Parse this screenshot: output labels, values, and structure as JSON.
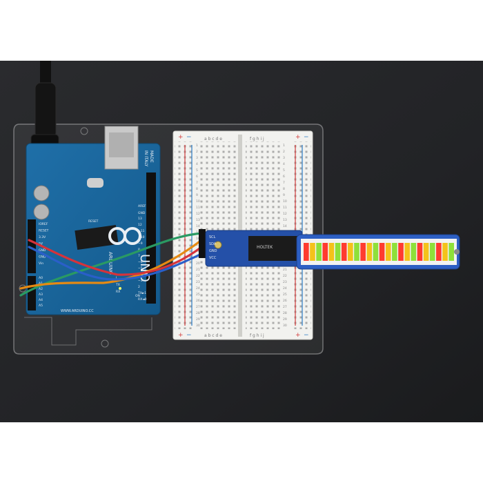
{
  "board": {
    "brand": "ARDUINO",
    "made_in_1": "MADE",
    "made_in_2": "IN ITALY",
    "model": "UNO",
    "url": "WWW.ARDUINO.CC",
    "reset": "RESET",
    "aref": "AREF",
    "gnd": "GND",
    "power_pins": [
      "IOREF",
      "RESET",
      "3.3V",
      "5V",
      "GND",
      "GND",
      "Vin"
    ],
    "analog_pins": [
      "A0",
      "A1",
      "A2",
      "A3",
      "A4",
      "A5"
    ],
    "digital_pins": [
      "13",
      "12",
      "~11",
      "~10",
      "~9",
      "8",
      "7",
      "~6",
      "~5",
      "4",
      "~3",
      "2",
      "TX►1",
      "RX◄0"
    ],
    "tx": "TX",
    "rx": "RX",
    "on": "ON",
    "l": "L"
  },
  "breadboard": {
    "plus": "+",
    "minus": "−",
    "cols_left": "a b c d e",
    "cols_right": "f g h i j",
    "rows": [
      "1",
      "2",
      "3",
      "4",
      "5",
      "6",
      "7",
      "8",
      "9",
      "10",
      "11",
      "12",
      "13",
      "14",
      "15",
      "16",
      "17",
      "18",
      "19",
      "20",
      "21",
      "22",
      "23",
      "24",
      "25",
      "26",
      "27",
      "28",
      "29",
      "30"
    ]
  },
  "backpack": {
    "pins": [
      "SCL",
      "SDA",
      "GND",
      "VCC"
    ],
    "chip": "HOLTEK"
  },
  "bargraph": {
    "segments": 24,
    "colors": [
      "#ff3b2f",
      "#f4c21a",
      "#8ee03a"
    ]
  },
  "wires": {
    "colors": [
      "#2a9a63",
      "#e58a13",
      "#d6333a",
      "#2a5fc9"
    ]
  }
}
